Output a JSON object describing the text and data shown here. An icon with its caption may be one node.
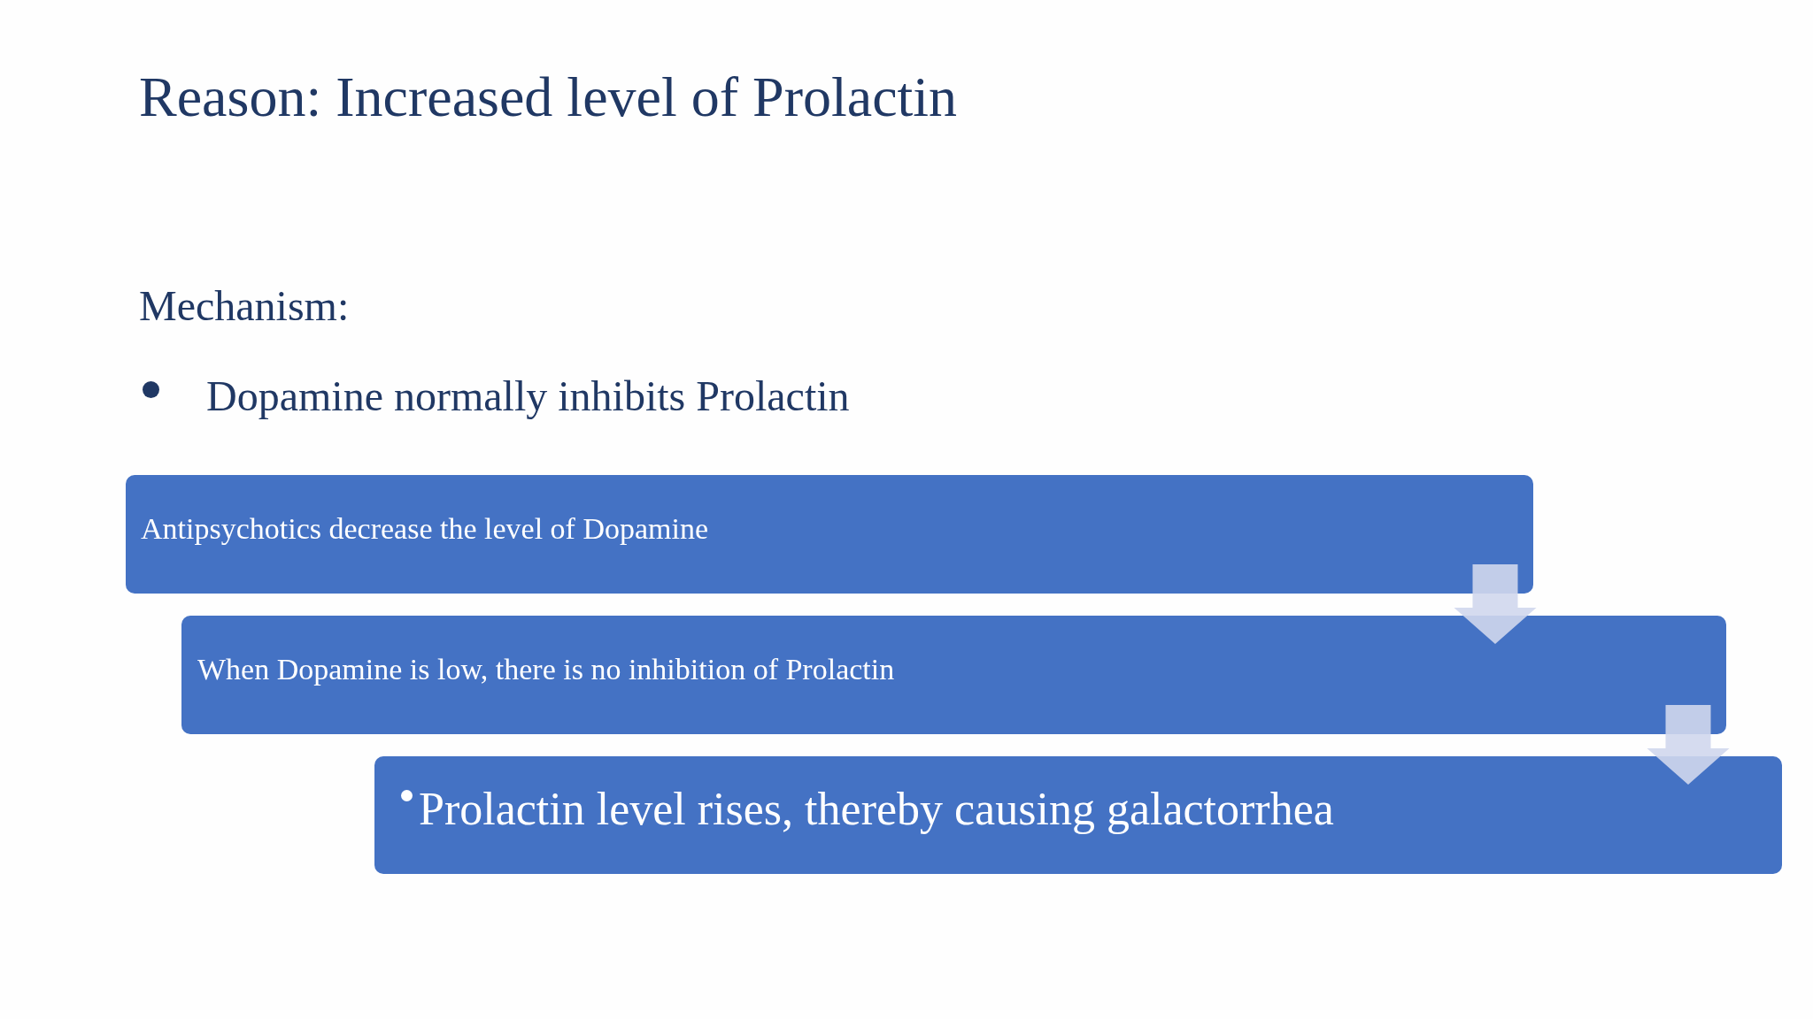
{
  "diagram": {
    "title": "Reason: Increased level of Prolactin",
    "nodes": [
      {
        "text": [
          "Antipsychotics decrease the level of Dopamine"
        ]
      },
      {
        "text": [
          "When Dopamine is low, there is no inhibition of Prolactin"
        ]
      },
      {
        "text": [
          "Prolactin level rises, thereby causing galactorrhea"
        ]
      }
    ],
    "edges": [
      {
        "from": 0,
        "to": 1,
        "arrow": "to"
      },
      {
        "from": 1,
        "to": 2,
        "arrow": "to"
      }
    ],
    "labels": [
      "Mechanism:",
      "Dopamine normally inhibits Prolactin"
    ]
  }
}
